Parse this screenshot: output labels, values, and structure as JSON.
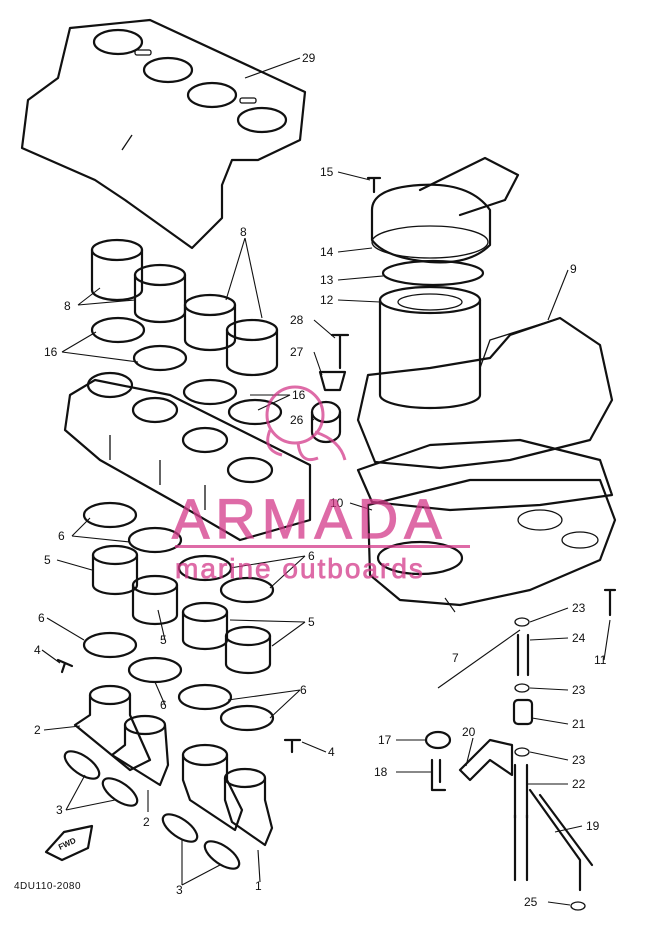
{
  "diagram_code": "4DU110-2080",
  "forward_mark": "FWD",
  "watermark": {
    "brand": "ARMADA",
    "tagline": "marine outboards",
    "color": "#d43a8a"
  },
  "callouts": {
    "c1": "1",
    "c2a": "2",
    "c2b": "2",
    "c3a": "3",
    "c3b": "3",
    "c4a": "4",
    "c4b": "4",
    "c5a": "5",
    "c5b": "5",
    "c5c": "5",
    "c6a": "6",
    "c6b": "6",
    "c6c": "6",
    "c6d": "6",
    "c6e": "6",
    "c7": "7",
    "c8a": "8",
    "c8b": "8",
    "c9": "9",
    "c10": "10",
    "c11": "11",
    "c12": "12",
    "c13": "13",
    "c14": "14",
    "c15": "15",
    "c16a": "16",
    "c16b": "16",
    "c17": "17",
    "c18": "18",
    "c19": "19",
    "c20": "20",
    "c21": "21",
    "c22": "22",
    "c23a": "23",
    "c23b": "23",
    "c23c": "23",
    "c24": "24",
    "c25": "25",
    "c26": "26",
    "c27": "27",
    "c28": "28",
    "c29": "29"
  }
}
